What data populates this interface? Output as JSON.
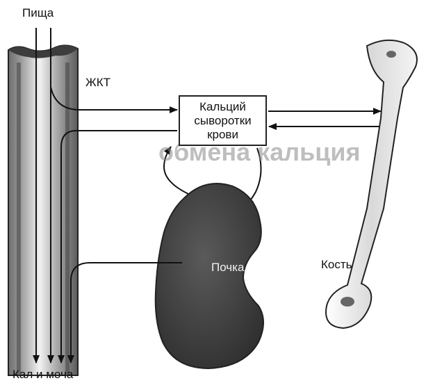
{
  "labels": {
    "food": "Пища",
    "gi_tract": "ЖКТ",
    "serum_calcium": [
      "Кальций",
      "сыворотки",
      "крови"
    ],
    "kidney": "Почка",
    "bone": "Кость",
    "excretion": "Кал и моча"
  },
  "background_text": {
    "heading": "обмена кальция"
  },
  "colors": {
    "ink": "#111111",
    "kidney": "#3c3c3c",
    "bone": "#e8e8e8",
    "tube_dark": "#555555",
    "tube_light": "#cfcfcf"
  }
}
